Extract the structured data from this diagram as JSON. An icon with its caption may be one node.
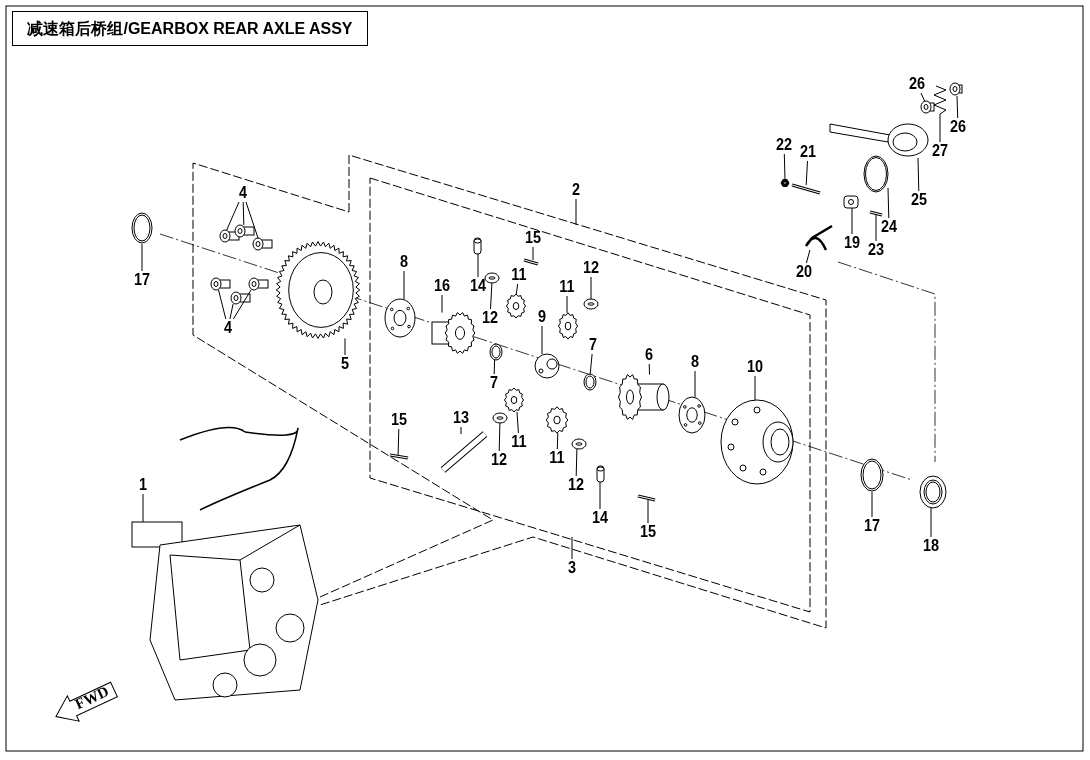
{
  "diagram": {
    "nodes": [
      {
        "text": [
          "减速箱后桥组/GEARBOX REAR AXLE ASSY"
        ]
      },
      {
        "text": [
          "26"
        ]
      },
      {
        "text": [
          "26"
        ]
      },
      {
        "text": [
          "22"
        ]
      },
      {
        "text": [
          "21"
        ]
      },
      {
        "text": [
          "27"
        ]
      },
      {
        "text": [
          "2"
        ]
      },
      {
        "text": [
          "4"
        ]
      },
      {
        "text": [
          "25"
        ]
      },
      {
        "text": [
          "24"
        ]
      },
      {
        "text": [
          "15"
        ]
      },
      {
        "text": [
          "19"
        ]
      },
      {
        "text": [
          "23"
        ]
      },
      {
        "text": [
          "8"
        ]
      },
      {
        "text": [
          "12"
        ]
      },
      {
        "text": [
          "20"
        ]
      },
      {
        "text": [
          "11"
        ]
      },
      {
        "text": [
          "17"
        ]
      },
      {
        "text": [
          "14"
        ]
      },
      {
        "text": [
          "16"
        ]
      },
      {
        "text": [
          "11"
        ]
      },
      {
        "text": [
          "9"
        ]
      },
      {
        "text": [
          "12"
        ]
      },
      {
        "text": [
          "4"
        ]
      },
      {
        "text": [
          "7"
        ]
      },
      {
        "text": [
          "5"
        ]
      },
      {
        "text": [
          "6"
        ]
      },
      {
        "text": [
          "8"
        ]
      },
      {
        "text": [
          "10"
        ]
      },
      {
        "text": [
          "7"
        ]
      },
      {
        "text": [
          "13"
        ]
      },
      {
        "text": [
          "15"
        ]
      },
      {
        "text": [
          "11"
        ]
      },
      {
        "text": [
          "11"
        ]
      },
      {
        "text": [
          "12"
        ]
      },
      {
        "text": [
          "1"
        ]
      },
      {
        "text": [
          "12"
        ]
      },
      {
        "text": [
          "14"
        ]
      },
      {
        "text": [
          "17"
        ]
      },
      {
        "text": [
          "15"
        ]
      },
      {
        "text": [
          "18"
        ]
      },
      {
        "text": [
          "3"
        ]
      },
      {
        "text": [
          "FWD"
        ]
      },
      {
        "text": [],
        "shape": "bolt"
      },
      {
        "text": [],
        "shape": "bolt"
      },
      {
        "text": [],
        "shape": "nut"
      },
      {
        "text": [],
        "shape": "pin"
      },
      {
        "text": [],
        "shape": "spring"
      },
      {
        "text": [],
        "shape": "bolt"
      },
      {
        "text": [],
        "shape": "bolt"
      },
      {
        "text": [],
        "shape": "bolt"
      },
      {
        "text": [],
        "shape": "sensor"
      },
      {
        "text": [],
        "shape": "ring"
      },
      {
        "text": [],
        "shape": "pin"
      },
      {
        "text": [],
        "shape": "block"
      },
      {
        "text": [],
        "shape": "pin"
      },
      {
        "text": [],
        "shape": "flange"
      },
      {
        "text": [],
        "shape": "washer"
      },
      {
        "text": [],
        "shape": "fork"
      },
      {
        "text": [],
        "shape": "gear"
      },
      {
        "text": [],
        "shape": "ring"
      },
      {
        "text": [],
        "shape": "sleeve"
      },
      {
        "text": [],
        "shape": "gear"
      },
      {
        "text": [],
        "shape": "gear"
      },
      {
        "text": [],
        "shape": "spider"
      },
      {
        "text": [],
        "shape": "washer"
      },
      {
        "text": [],
        "shape": "bolt"
      },
      {
        "text": [],
        "shape": "bolt"
      },
      {
        "text": [],
        "shape": "bolt"
      },
      {
        "text": [],
        "shape": "ring"
      },
      {
        "text": [],
        "shape": "gear"
      },
      {
        "text": [],
        "shape": "gear"
      },
      {
        "text": [],
        "shape": "flange"
      },
      {
        "text": [],
        "shape": "housing"
      },
      {
        "text": [],
        "shape": "ring"
      },
      {
        "text": [],
        "shape": "shaft"
      },
      {
        "text": [],
        "shape": "pin"
      },
      {
        "text": [],
        "shape": "gear"
      },
      {
        "text": [],
        "shape": "gear"
      },
      {
        "text": [],
        "shape": "washer"
      },
      {
        "text": [],
        "shape": "picture"
      },
      {
        "text": [],
        "shape": "washer"
      },
      {
        "text": [],
        "shape": "sleeve"
      },
      {
        "text": [],
        "shape": "ring"
      },
      {
        "text": [],
        "shape": "pin"
      },
      {
        "text": [],
        "shape": "bearing"
      }
    ],
    "edges": [
      {
        "from": 1,
        "to": 43,
        "arrow": "none"
      },
      {
        "from": 2,
        "to": 44,
        "arrow": "none"
      },
      {
        "from": 3,
        "to": 45,
        "arrow": "none"
      },
      {
        "from": 4,
        "to": 46,
        "arrow": "none"
      },
      {
        "from": 5,
        "to": 47,
        "arrow": "none"
      },
      {
        "from": 6,
        "to": null,
        "arrow": "none"
      },
      {
        "from": 7,
        "to": 48,
        "arrow": "none"
      },
      {
        "from": 7,
        "to": 49,
        "arrow": "none"
      },
      {
        "from": 7,
        "to": 50,
        "arrow": "none"
      },
      {
        "from": 8,
        "to": 51,
        "arrow": "none"
      },
      {
        "from": 9,
        "to": 52,
        "arrow": "none"
      },
      {
        "from": 10,
        "to": 53,
        "arrow": "none"
      },
      {
        "from": 11,
        "to": 54,
        "arrow": "none"
      },
      {
        "from": 12,
        "to": 55,
        "arrow": "none"
      },
      {
        "from": 13,
        "to": 56,
        "arrow": "none"
      },
      {
        "from": 14,
        "to": 57,
        "arrow": "none"
      },
      {
        "from": 15,
        "to": 58,
        "arrow": "none"
      },
      {
        "from": 16,
        "to": 59,
        "arrow": "none"
      },
      {
        "from": 17,
        "to": 60,
        "arrow": "none"
      },
      {
        "from": 18,
        "to": 61,
        "arrow": "none"
      },
      {
        "from": 19,
        "to": 62,
        "arrow": "none"
      },
      {
        "from": 20,
        "to": 63,
        "arrow": "none"
      },
      {
        "from": 21,
        "to": 64,
        "arrow": "none"
      },
      {
        "from": 22,
        "to": 65,
        "arrow": "none"
      },
      {
        "from": 23,
        "to": 66,
        "arrow": "none"
      },
      {
        "from": 23,
        "to": 67,
        "arrow": "none"
      },
      {
        "from": 23,
        "to": 68,
        "arrow": "none"
      },
      {
        "from": 24,
        "to": 69,
        "arrow": "none"
      },
      {
        "from": 25,
        "to": 70,
        "arrow": "none"
      },
      {
        "from": 26,
        "to": 71,
        "arrow": "none"
      },
      {
        "from": 27,
        "to": 72,
        "arrow": "none"
      },
      {
        "from": 28,
        "to": 73,
        "arrow": "none"
      },
      {
        "from": 29,
        "to": 74,
        "arrow": "none"
      },
      {
        "from": 30,
        "to": 75,
        "arrow": "none"
      },
      {
        "from": 31,
        "to": 76,
        "arrow": "none"
      },
      {
        "from": 32,
        "to": 77,
        "arrow": "none"
      },
      {
        "from": 33,
        "to": 78,
        "arrow": "none"
      },
      {
        "from": 34,
        "to": 79,
        "arrow": "none"
      },
      {
        "from": 35,
        "to": 80,
        "arrow": "none"
      },
      {
        "from": 36,
        "to": 81,
        "arrow": "none"
      },
      {
        "from": 37,
        "to": 82,
        "arrow": "none"
      },
      {
        "from": 38,
        "to": 83,
        "arrow": "none"
      },
      {
        "from": 39,
        "to": 84,
        "arrow": "none"
      },
      {
        "from": 40,
        "to": 85,
        "arrow": "none"
      },
      {
        "from": 41,
        "to": null,
        "arrow": "none"
      }
    ]
  }
}
